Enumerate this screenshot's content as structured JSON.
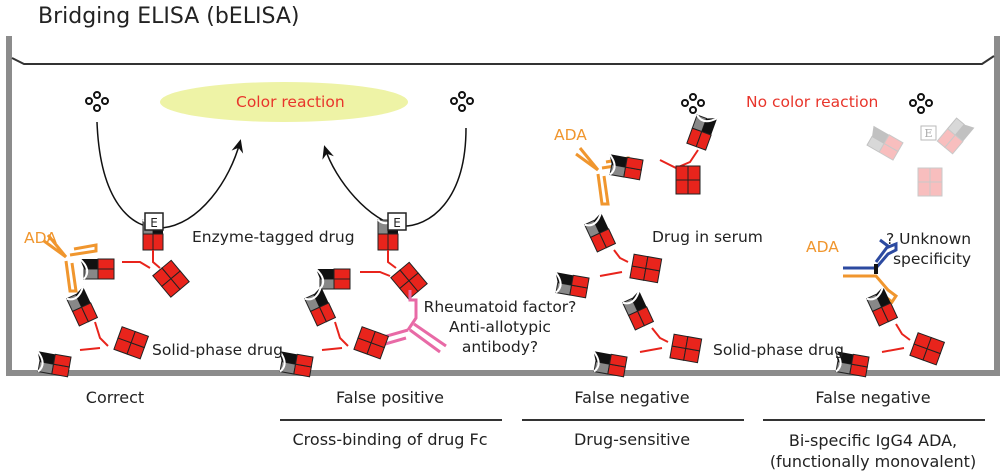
{
  "title": "Bridging ELISA (bELISA)",
  "labels": {
    "color_reaction": "Color reaction",
    "no_color_reaction": "No color reaction",
    "ada": "ADA",
    "enzyme_tag": "E",
    "enzyme_tagged_drug": "Enzyme-tagged drug",
    "solid_phase_drug": "Solid-phase drug",
    "rheumatoid_line1": "Rheumatoid factor?",
    "rheumatoid_line2": "Anti-allotypic",
    "rheumatoid_line3": "antibody?",
    "drug_in_serum": "Drug in serum",
    "unknown_line1": "? Unknown",
    "unknown_line2": "specificity"
  },
  "panels": [
    {
      "result": "Correct",
      "subtitle": ""
    },
    {
      "result": "False positive",
      "subtitle": "Cross-binding of drug Fc"
    },
    {
      "result": "False negative",
      "subtitle": "Drug-sensitive"
    },
    {
      "result": "False negative",
      "subtitle_line1": "Bi-specific IgG4 ADA,",
      "subtitle_line2": "(functionally monovalent)"
    }
  ],
  "colors": {
    "drug_red": "#e8241c",
    "ada_orange": "#f0962e",
    "rf_pink": "#e86aa6",
    "bispecific_blue": "#2c4aa0",
    "well_gray": "#8c8c8c",
    "ellipse_yellow": "#eef3a6",
    "text_red": "#e8352b"
  }
}
